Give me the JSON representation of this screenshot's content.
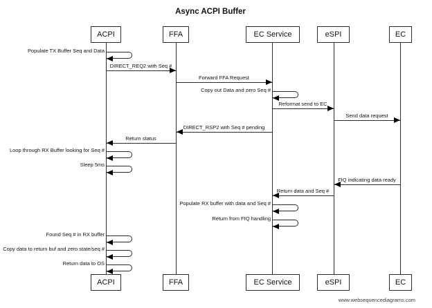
{
  "title": "Async ACPI Buffer",
  "watermark": "www.websequencediagrams.com",
  "diagram_type": "sequence-diagram",
  "colors": {
    "background": "#ffffff",
    "line": "#2b2b2b",
    "text": "#111111"
  },
  "actors": [
    {
      "label": "ACPI"
    },
    {
      "label": "FFA"
    },
    {
      "label": "EC Service"
    },
    {
      "label": "eSPI"
    },
    {
      "label": "EC"
    }
  ],
  "messages": [
    {
      "label": "Populate TX Buffer Seq and Data",
      "from": "ACPI",
      "to": "ACPI",
      "kind": "self"
    },
    {
      "label": "DIRECT_REQ2 with Seq #",
      "from": "ACPI",
      "to": "FFA",
      "kind": "call"
    },
    {
      "label": "Forward FFA Request",
      "from": "FFA",
      "to": "EC Service",
      "kind": "call"
    },
    {
      "label": "Copy out Data and zero Seq #",
      "from": "EC Service",
      "to": "EC Service",
      "kind": "self"
    },
    {
      "label": "Reformat send to EC",
      "from": "EC Service",
      "to": "eSPI",
      "kind": "call"
    },
    {
      "label": "Send data request",
      "from": "eSPI",
      "to": "EC",
      "kind": "call"
    },
    {
      "label": "DIRECT_RSP2 with Seq # pending",
      "from": "EC Service",
      "to": "FFA",
      "kind": "call"
    },
    {
      "label": "Return status",
      "from": "FFA",
      "to": "ACPI",
      "kind": "call"
    },
    {
      "label": "Loop through RX Buffer looking for Seq #",
      "from": "ACPI",
      "to": "ACPI",
      "kind": "self"
    },
    {
      "label": "Sleep 5ms",
      "from": "ACPI",
      "to": "ACPI",
      "kind": "self"
    },
    {
      "label": "FIQ indicating data ready",
      "from": "EC",
      "to": "eSPI",
      "kind": "call"
    },
    {
      "label": "Return data and Seq #",
      "from": "eSPI",
      "to": "EC Service",
      "kind": "call"
    },
    {
      "label": "Populate RX buffer with data and Seq #",
      "from": "EC Service",
      "to": "EC Service",
      "kind": "self"
    },
    {
      "label": "Return from FIQ handling",
      "from": "EC Service",
      "to": "EC Service",
      "kind": "self"
    },
    {
      "label": "Found Seq # in RX buffer",
      "from": "ACPI",
      "to": "ACPI",
      "kind": "self"
    },
    {
      "label": "Copy data to return buf and zero state/seq #",
      "from": "ACPI",
      "to": "ACPI",
      "kind": "self"
    },
    {
      "label": "Return data to OS",
      "from": "ACPI",
      "to": "ACPI",
      "kind": "self"
    }
  ]
}
